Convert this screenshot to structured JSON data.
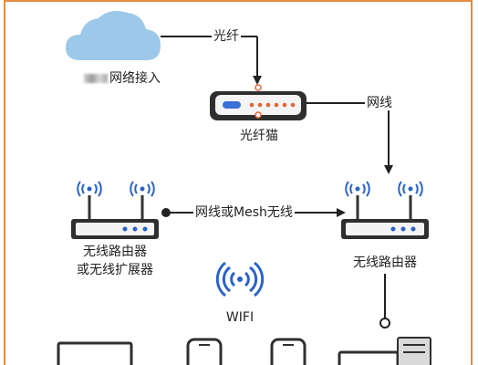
{
  "diagram": {
    "labels": {
      "fiber_link": "光纤",
      "network_access": "网络接入",
      "optical_modem": "光纤猫",
      "ethernet_link": "网线",
      "mesh_link": "网线或Mesh无线",
      "router_left_line1": "无线路由器",
      "router_left_line2": "或无线扩展器",
      "router_right": "无线路由器",
      "wifi": "WIFI"
    },
    "colors": {
      "frame": "#e98a3e",
      "cloud": "#9cc9ea",
      "line": "#222222",
      "device": "#2a2a2a",
      "led": "#e0663a",
      "power_led": "#3a6fd8",
      "wifi_blue": "#2a62c9"
    }
  }
}
